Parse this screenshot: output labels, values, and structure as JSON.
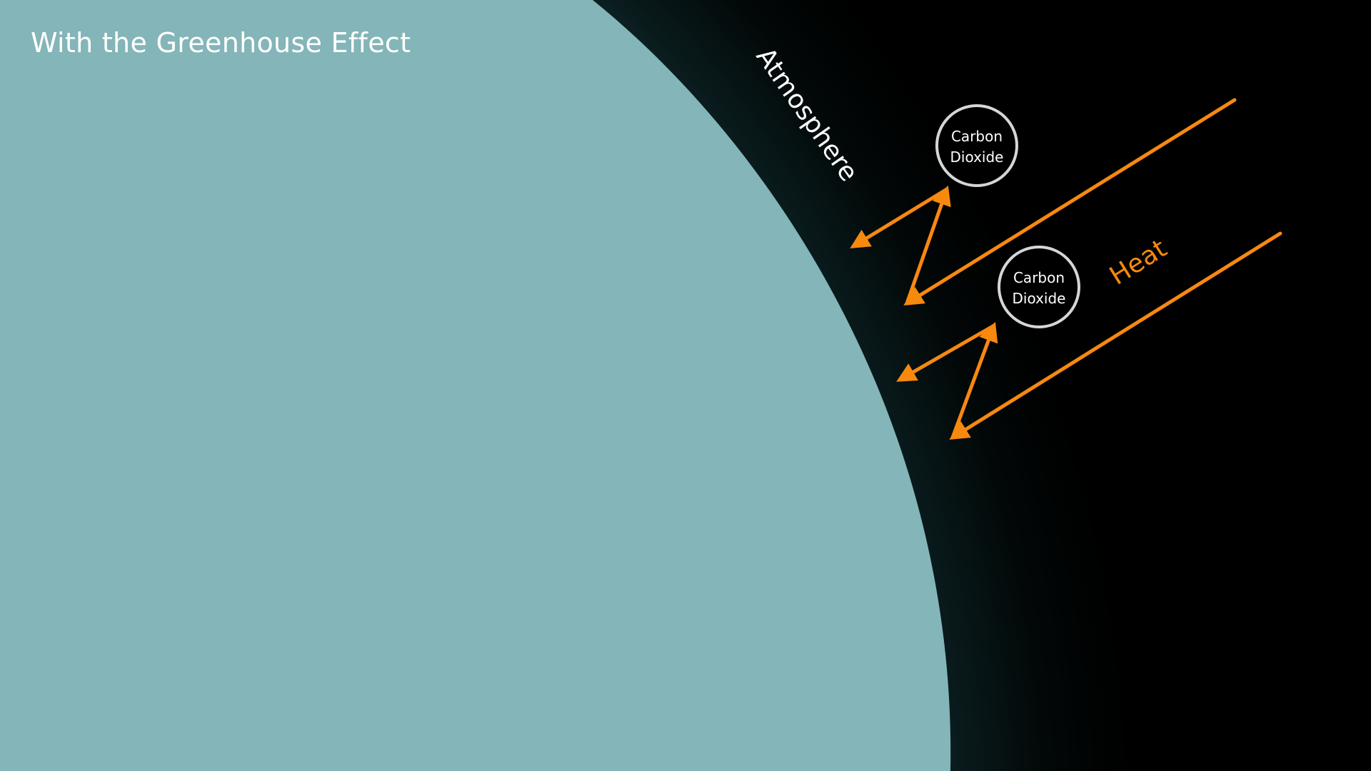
{
  "title": "With the Greenhouse Effect",
  "labels": {
    "atmosphere": "Atmosphere",
    "heat": "Heat"
  },
  "molecules": [
    {
      "line1": "Carbon",
      "line2": "Dioxide"
    },
    {
      "line1": "Carbon",
      "line2": "Dioxide"
    }
  ],
  "colors": {
    "earth": "#84b5b8",
    "space": "#000000",
    "atmosphere_glow": "#163a3d",
    "heat_arrow": "#f7890f",
    "molecule_ring": "#d6d6d6",
    "label_text": "#ffffff"
  }
}
